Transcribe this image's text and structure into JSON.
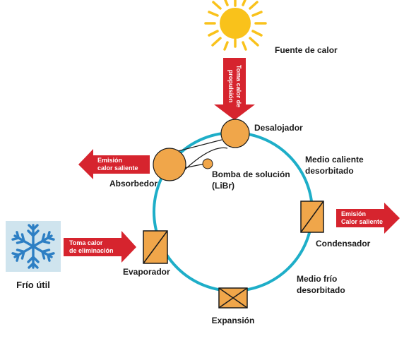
{
  "labels": {
    "heat_source": "Fuente de calor",
    "generator": "Desalojador",
    "absorber": "Absorbedor",
    "pump_line1": "Bomba de solución",
    "pump_line2": "(LiBr)",
    "hot_medium_line1": "Medio caliente",
    "hot_medium_line2": "desorbitado",
    "condenser": "Condensador",
    "cold_medium_line1": "Medio frío",
    "cold_medium_line2": "desorbitado",
    "expansion": "Expansión",
    "evaporator": "Evaporador",
    "useful_cold": "Frío útil"
  },
  "arrows": {
    "drive_heat_line1": "Toma calor de",
    "drive_heat_line2": "propulsión",
    "absorber_out_line1": "Emisión",
    "absorber_out_line2": "calor saliente",
    "condenser_out_line1": "Emisión",
    "condenser_out_line2": "Calor saliente",
    "evaporator_in_line1": "Toma calor",
    "evaporator_in_line2": "de eliminación"
  },
  "colors": {
    "arrow_red": "#d6242e",
    "loop_cyan": "#1eaec8",
    "component_orange": "#f0a64a",
    "sun_yellow": "#f9c21b",
    "snow_bg": "#cfe4ee",
    "snow_blue": "#2d7fc4"
  },
  "icons": {
    "sun": "sun-icon",
    "snowflake": "snowflake-icon"
  }
}
